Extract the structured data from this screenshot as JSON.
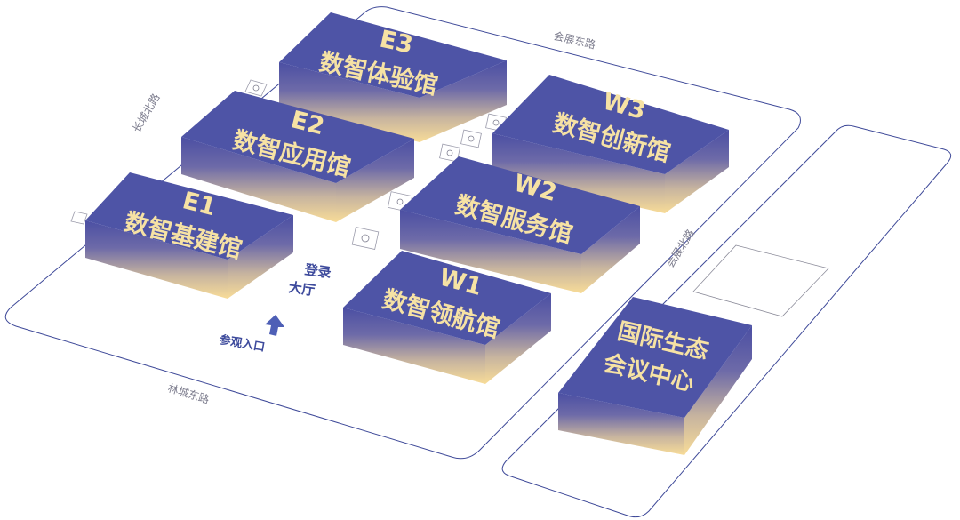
{
  "roads": {
    "north": "会展东路",
    "west": "长城北路",
    "south": "林城东路",
    "east": "会展北路"
  },
  "halls": {
    "E3": {
      "code": "E3",
      "name": "数智体验馆"
    },
    "E2": {
      "code": "E2",
      "name": "数智应用馆"
    },
    "E1": {
      "code": "E1",
      "name": "数智基建馆"
    },
    "W3": {
      "code": "W3",
      "name": "数智创新馆"
    },
    "W2": {
      "code": "W2",
      "name": "数智服务馆"
    },
    "W1": {
      "code": "W1",
      "name": "数智领航馆"
    }
  },
  "conference_center": {
    "line1": "国际生态",
    "line2": "会议中心"
  },
  "lobby": {
    "line1": "登录",
    "line2": "大厅"
  },
  "entrance": {
    "label": "参观入口"
  },
  "colors": {
    "hall_top": "#4e54a6",
    "hall_side_top": "#4b4fa3",
    "hall_side_bottom": "#f8dc98",
    "label": "#f6e2a4",
    "outline": "#3f4a99",
    "road_label": "#7d7d8e",
    "entrance_arrow": "#4e5fb6"
  }
}
